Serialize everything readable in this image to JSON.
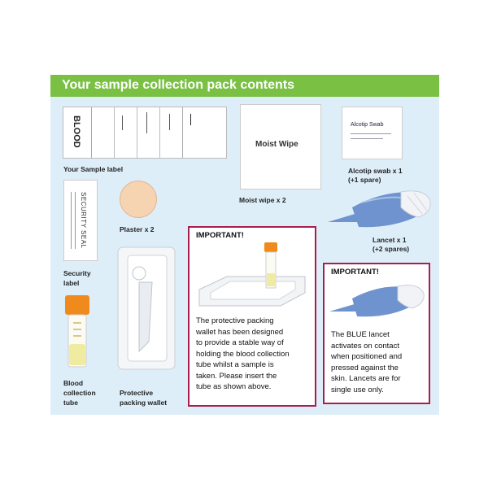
{
  "header": {
    "title": "Your sample collection pack contents"
  },
  "items": {
    "sample_label": {
      "caption": "Your Sample label",
      "card_text": "BLOOD"
    },
    "moist_wipe": {
      "card_text": "Moist Wipe",
      "caption": "Moist wipe x 2"
    },
    "alcotip": {
      "card_text_1": "Alcotip Swab",
      "caption_1": "Alcotip swab x 1",
      "caption_2": "(+1 spare)"
    },
    "security_seal": {
      "card_text": "SECURITY SEAL",
      "caption_1": "Security",
      "caption_2": "label"
    },
    "plaster": {
      "caption": "Plaster x 2"
    },
    "lancet": {
      "caption_1": "Lancet x 1",
      "caption_2": "(+2 spares)"
    },
    "tube": {
      "caption_1": "Blood",
      "caption_2": "collection",
      "caption_3": "tube"
    },
    "wallet": {
      "caption_1": "Protective",
      "caption_2": "packing wallet"
    }
  },
  "important_1": {
    "title": "IMPORTANT!",
    "lines": [
      "The protective packing",
      "wallet has been designed",
      "to provide a stable way of",
      "holding the blood collection",
      "tube whilst a sample is",
      "taken. Please insert the",
      "tube as shown above."
    ]
  },
  "important_2": {
    "title": "IMPORTANT!",
    "lines": [
      "The BLUE lancet",
      "activates on contact",
      "when positioned and",
      "pressed against the",
      "skin. Lancets are for",
      "single use only."
    ]
  },
  "colors": {
    "header": "#79c043",
    "panel": "#deeef9",
    "important_border": "#a81e4d",
    "lancet_blue": "#6f93cf",
    "cap_orange": "#f08a1c"
  }
}
